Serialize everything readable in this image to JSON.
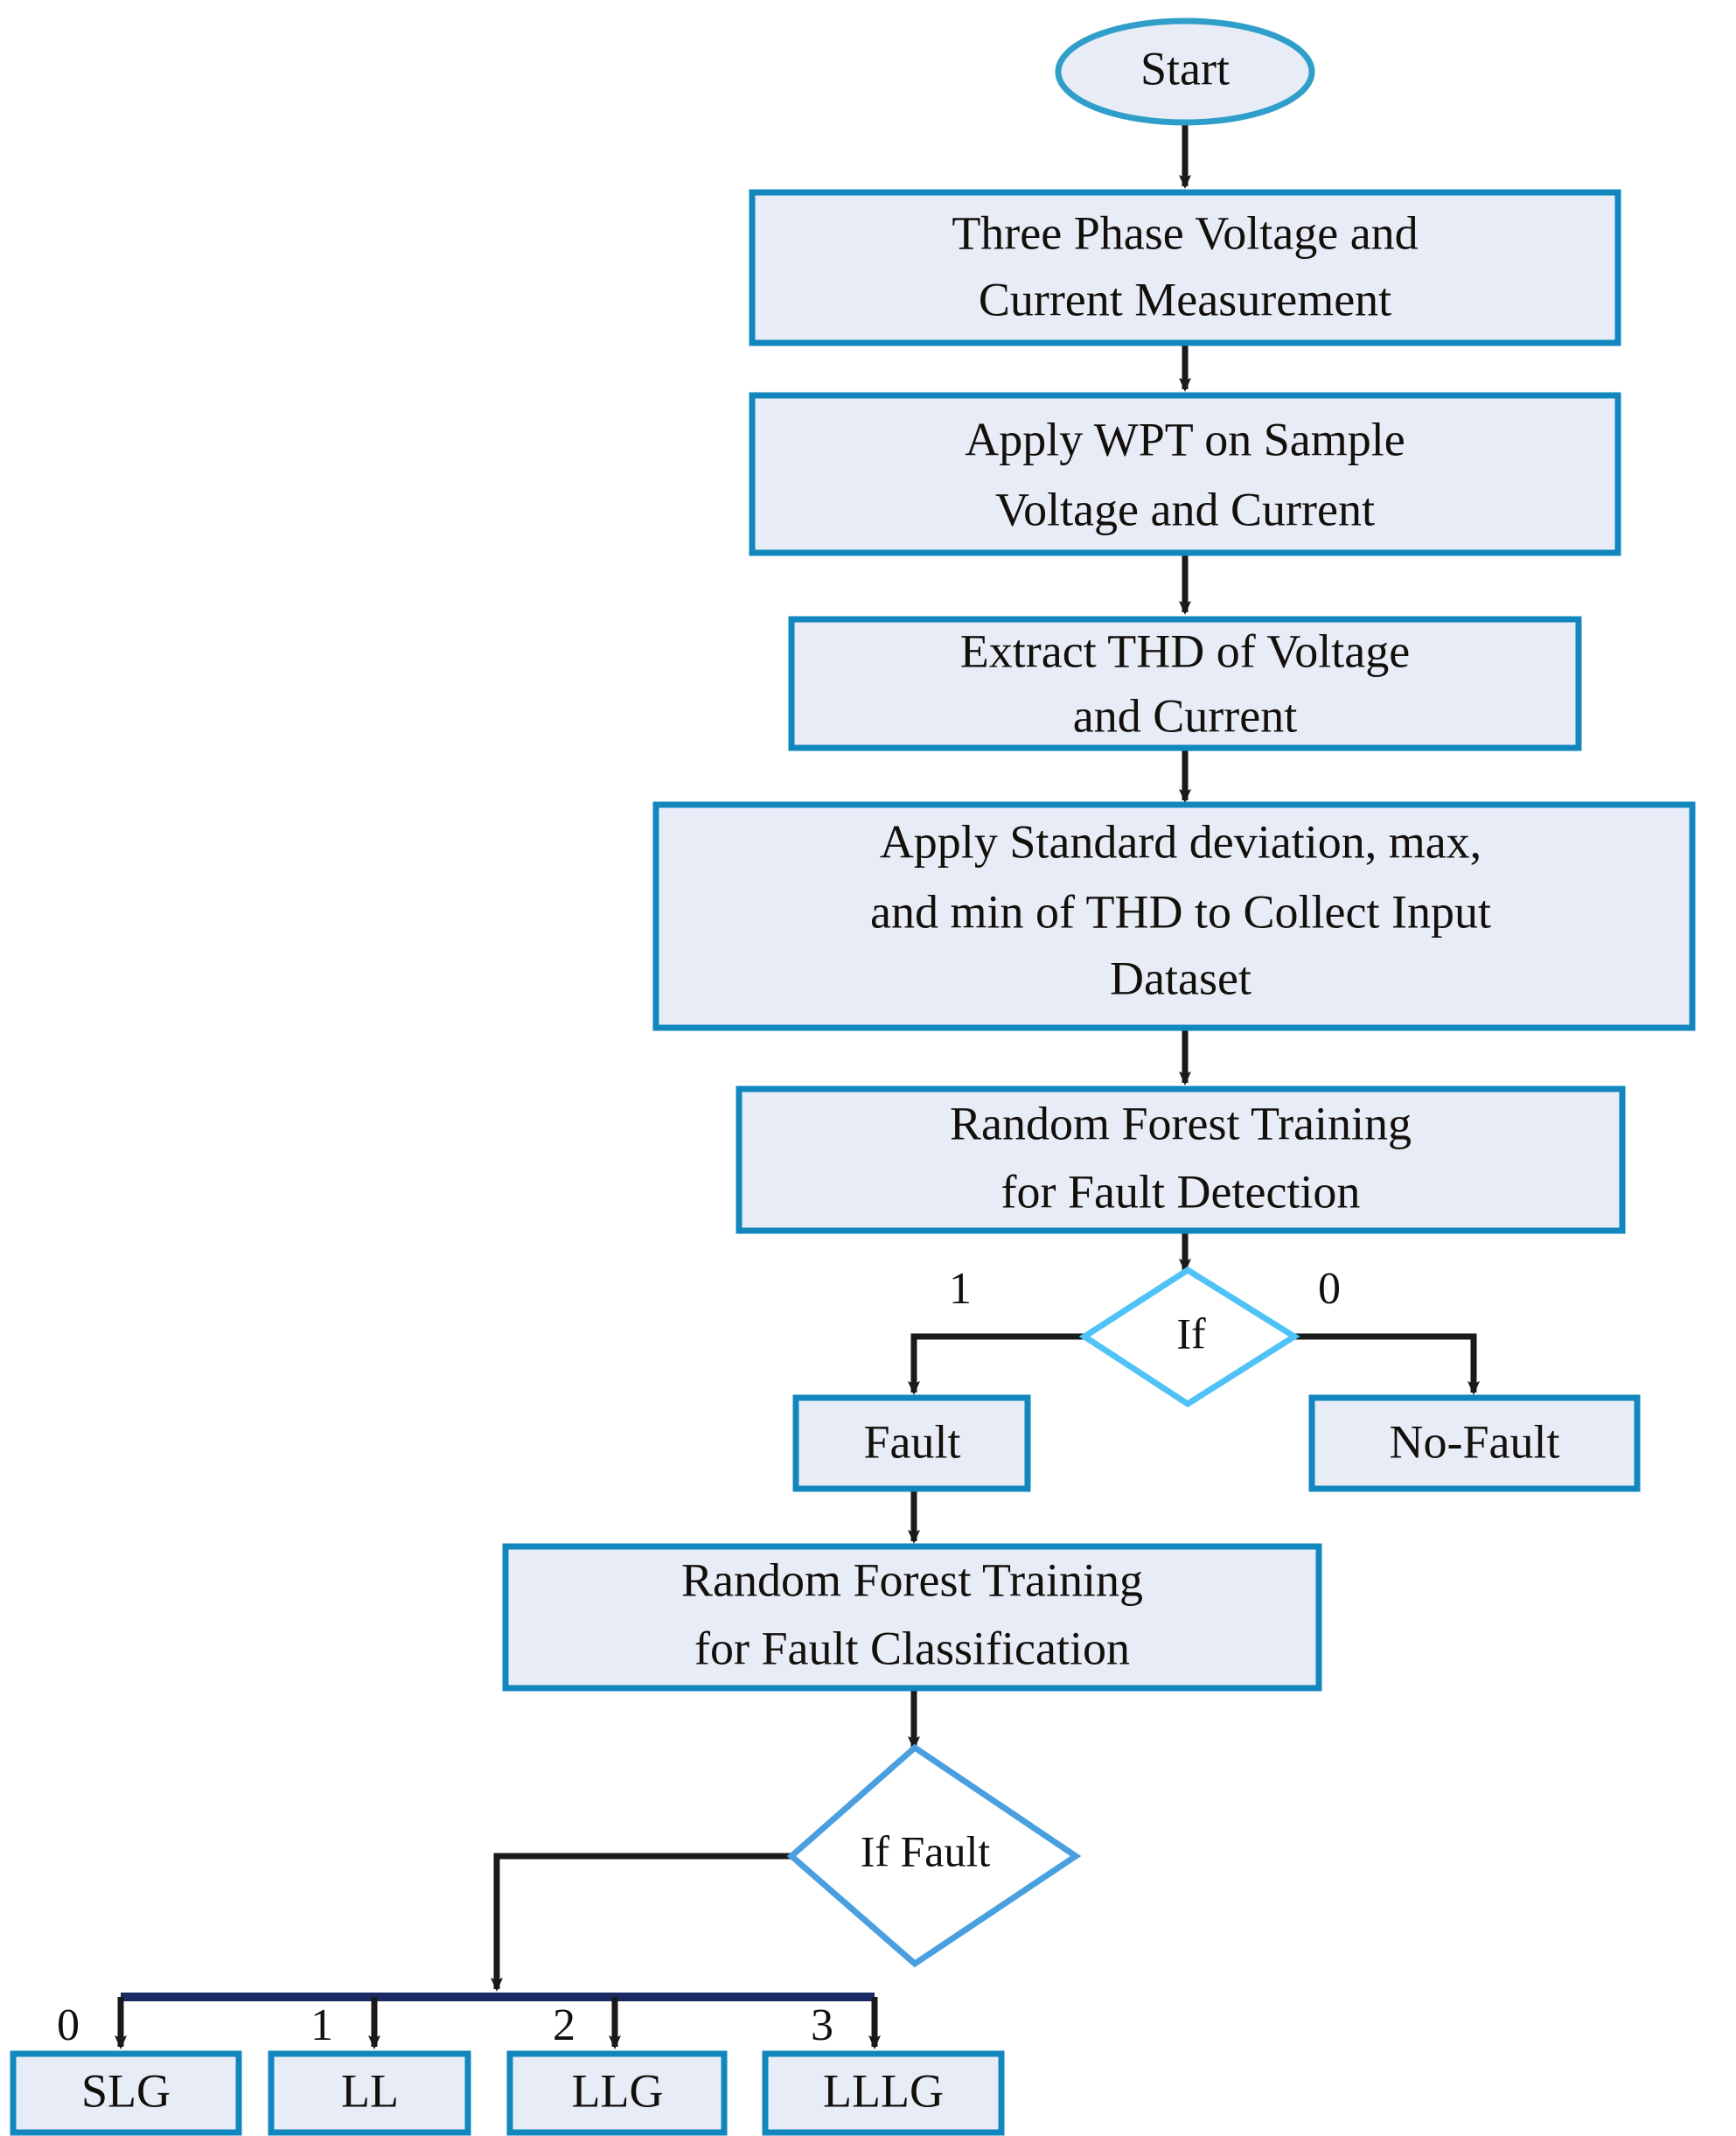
{
  "diagram": {
    "title_visible": false,
    "type": "flowchart",
    "colors": {
      "box_fill": "#e8ecf7",
      "box_border": "#1287bd",
      "diamond_border_if": "#4fc3f7",
      "diamond_border_if_fault": "#4a9fe0",
      "diamond_fill": "#ffffff",
      "arrow": "#1a1a1a",
      "bar": "#1b2a62",
      "text": "#13100c"
    },
    "nodes": {
      "start": {
        "label": "Start",
        "shape": "ellipse"
      },
      "measure": {
        "line1": "Three Phase Voltage and",
        "line2": "Current Measurement",
        "shape": "rect"
      },
      "wpt": {
        "line1": "Apply WPT on Sample",
        "line2": "Voltage and Current",
        "shape": "rect"
      },
      "thd": {
        "line1": "Extract THD of Voltage",
        "line2": "and Current",
        "shape": "rect"
      },
      "stats": {
        "line1": "Apply Standard deviation, max,",
        "line2": "and min of THD to Collect Input",
        "line3": "Dataset",
        "shape": "rect"
      },
      "rf_detect": {
        "line1": "Random Forest Training",
        "line2": "for Fault Detection",
        "shape": "rect"
      },
      "if_detect": {
        "label": "If",
        "shape": "diamond"
      },
      "fault": {
        "label": "Fault",
        "shape": "rect"
      },
      "no_fault": {
        "label": "No-Fault",
        "shape": "rect"
      },
      "rf_classify": {
        "line1": "Random Forest Training",
        "line2": "for Fault Classification",
        "shape": "rect"
      },
      "if_fault": {
        "label": "If Fault",
        "shape": "diamond"
      },
      "slg": {
        "label": "SLG",
        "shape": "rect"
      },
      "ll": {
        "label": "LL",
        "shape": "rect"
      },
      "llg": {
        "label": "LLG",
        "shape": "rect"
      },
      "lllg": {
        "label": "LLLG",
        "shape": "rect"
      }
    },
    "edge_labels": {
      "if_true": "1",
      "if_false": "0",
      "class_0": "0",
      "class_1": "1",
      "class_2": "2",
      "class_3": "3"
    }
  }
}
